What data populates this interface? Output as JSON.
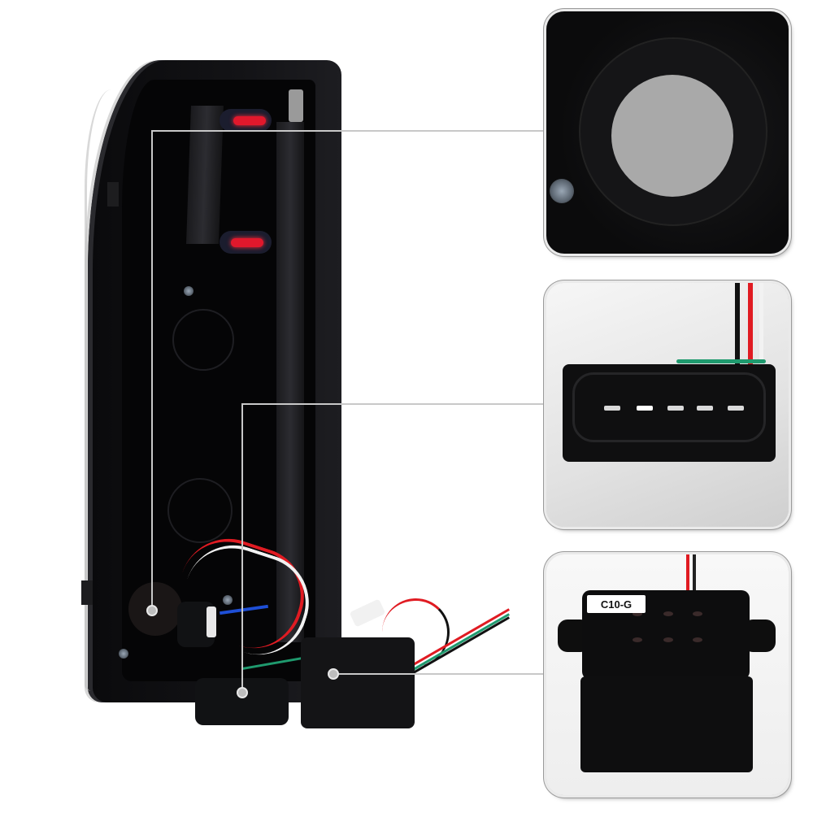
{
  "image": {
    "subject": "Tail light assembly rear view with detail callouts",
    "background_color": "#ffffff"
  },
  "main_product": {
    "name": "tail-light-housing",
    "housing_color": "#0a0a0c",
    "led_color": "#e0182c"
  },
  "callouts": [
    {
      "id": "bulb-socket",
      "panel": 1
    },
    {
      "id": "wiring-plug",
      "panel": 2
    },
    {
      "id": "control-module",
      "panel": 3
    }
  ],
  "panels": [
    {
      "title": "bulb-socket-detail"
    },
    {
      "title": "wiring-plug-detail",
      "pin_count": 5
    },
    {
      "title": "control-module-detail",
      "label": "C10-G"
    }
  ],
  "wire_colors": {
    "red": "#e01b22",
    "black": "#111111",
    "white": "#f2f2f2",
    "green": "#1f9a6e",
    "blue": "#1e4fd6"
  }
}
